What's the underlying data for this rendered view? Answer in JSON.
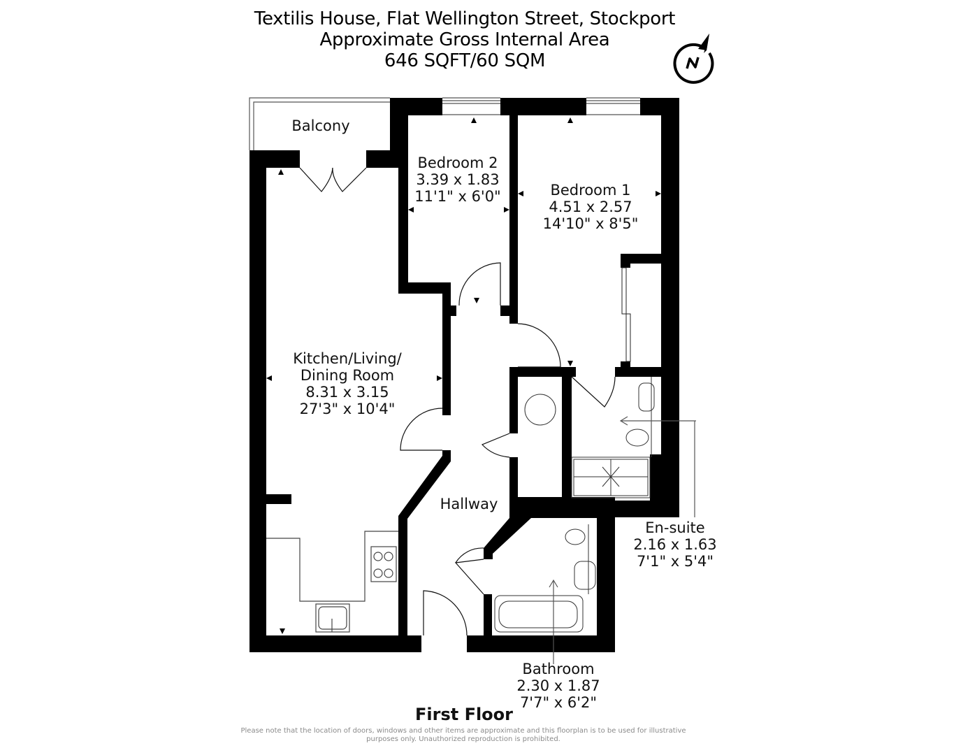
{
  "header": {
    "line1": "Textilis House, Flat Wellington Street, Stockport",
    "line2": "Approximate Gross Internal Area",
    "line3": "646 SQFT/60 SQM"
  },
  "compass": {
    "letter": "N",
    "icon": "north-compass-icon"
  },
  "rooms": {
    "balcony": {
      "name": "Balcony"
    },
    "bedroom2": {
      "name": "Bedroom 2",
      "metric": "3.39 x 1.83",
      "imperial": "11'1\" x 6'0\""
    },
    "bedroom1": {
      "name": "Bedroom 1",
      "metric": "4.51 x 2.57",
      "imperial": "14'10\" x 8'5\""
    },
    "kitchen": {
      "name_line1": "Kitchen/Living/",
      "name_line2": "Dining Room",
      "metric": "8.31 x 3.15",
      "imperial": "27'3\" x 10'4\""
    },
    "hallway": {
      "name": "Hallway"
    },
    "ensuite": {
      "name": "En-suite",
      "metric": "2.16 x 1.63",
      "imperial": "7'1\" x 5'4\""
    },
    "bathroom": {
      "name": "Bathroom",
      "metric": "2.30 x 1.87",
      "imperial": "7'7\" x 6'2\""
    }
  },
  "floor": {
    "name": "First Floor"
  },
  "disclaimer": {
    "line1": "Please note that the location of doors, windows and other items are approximate and this floorplan is to be used for illustrative",
    "line2": "purposes only. Unauthorized reproduction is prohibited."
  },
  "colors": {
    "wall": "#000000",
    "background": "#ffffff",
    "fixture_line": "#333333",
    "disclaimer": "#8a8a8a"
  }
}
